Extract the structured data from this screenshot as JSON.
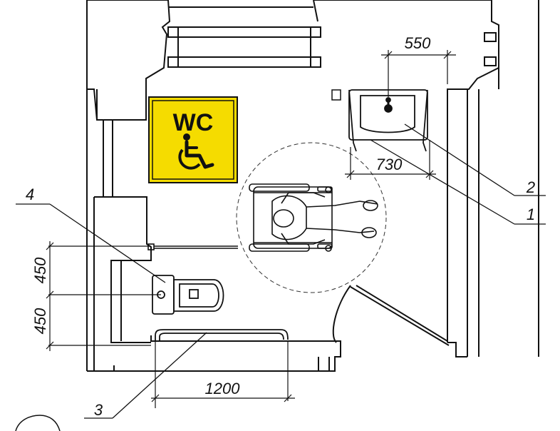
{
  "signage": {
    "label": "WC",
    "background_color": "#f5dc00",
    "symbol": "wheelchair-icon"
  },
  "dimensions": {
    "sink_offset": "550",
    "sink_clearance": "730",
    "toilet_height_upper": "450",
    "toilet_height_lower": "450",
    "grab_bar_length": "1200"
  },
  "callouts": {
    "washbasin": "1",
    "mirror": "2",
    "grab_bar": "3",
    "toilet": "4"
  },
  "colors": {
    "line": "#111111",
    "sign_yellow": "#f5dc00",
    "floor_fill": "#f7f7f7"
  }
}
